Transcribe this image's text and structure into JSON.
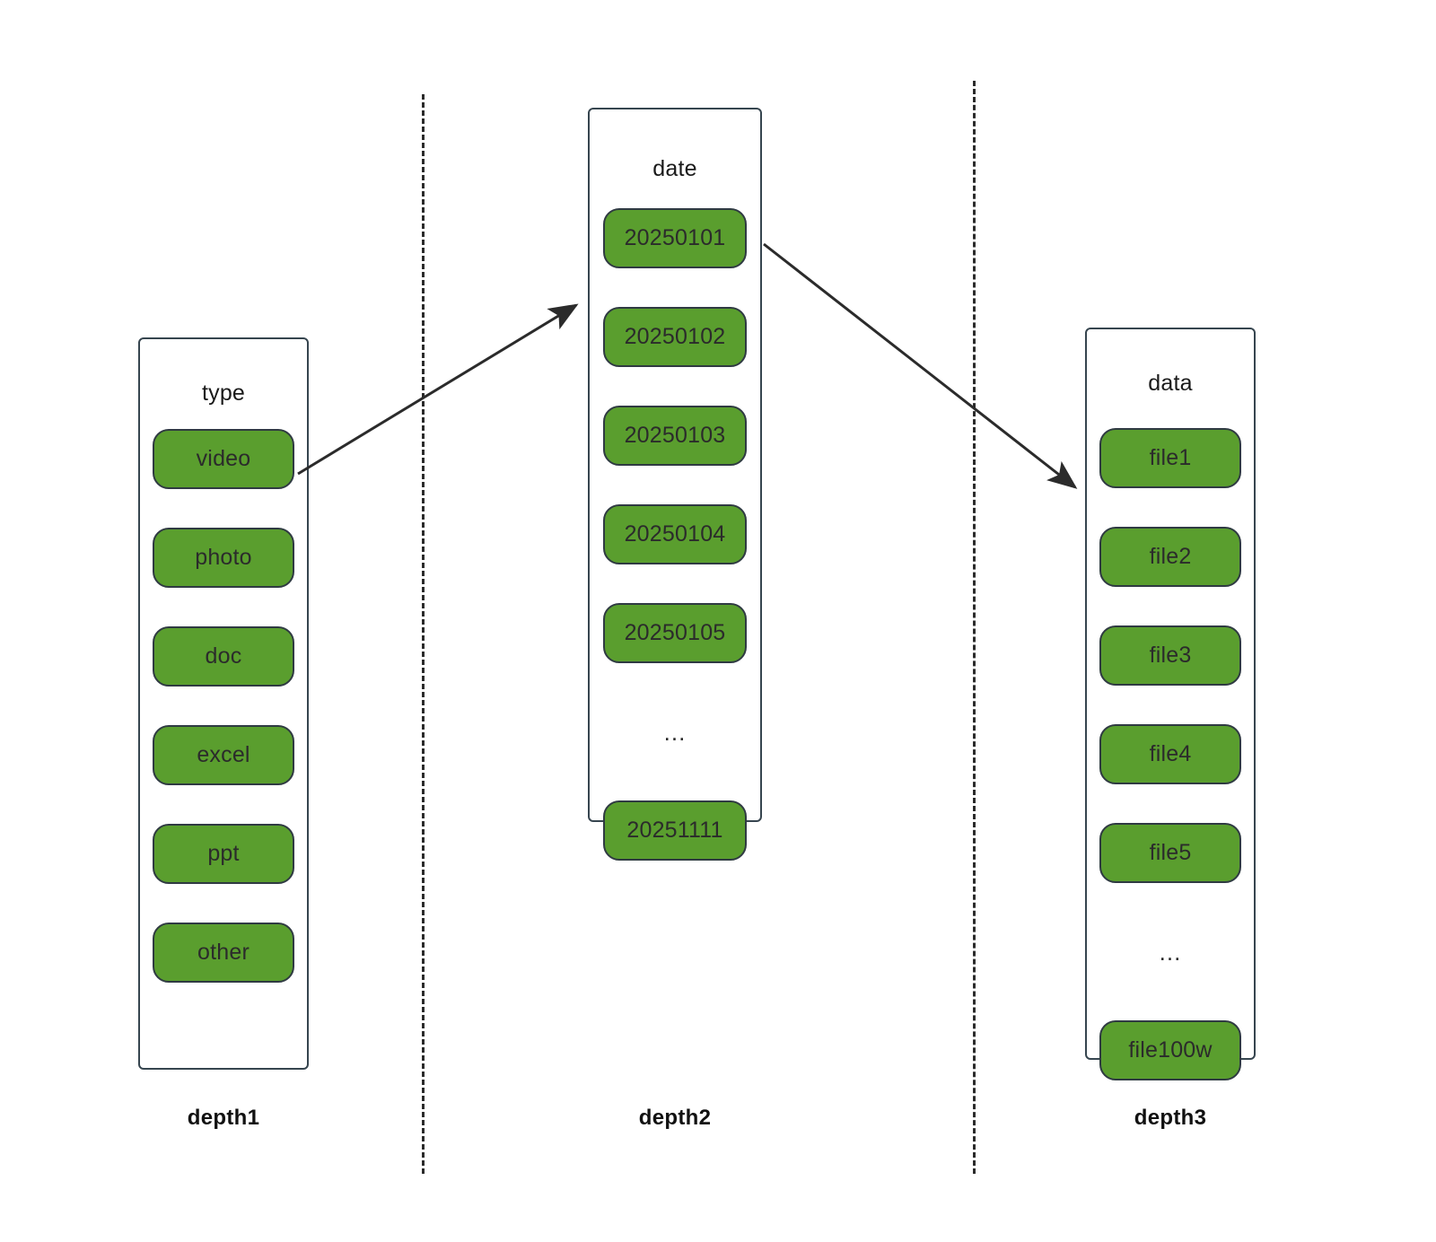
{
  "diagram": {
    "title": "storage hierarchy depth diagram",
    "background_color": "#ffffff",
    "pill_fill_color": "#5a9e2e",
    "pill_border_color": "#2f3a42",
    "box_border_color": "#36454f",
    "divider_color": "#2b2b2b",
    "arrow_color": "#2b2b2b"
  },
  "columns": [
    {
      "key": "depth1",
      "title": "type",
      "caption": "depth1",
      "items": [
        "video",
        "photo",
        "doc",
        "excel",
        "ppt",
        "other"
      ],
      "ellipsis": ""
    },
    {
      "key": "depth2",
      "title": "date",
      "caption": "depth2",
      "items": [
        "20250101",
        "20250102",
        "20250103",
        "20250104",
        "20250105"
      ],
      "ellipsis": "...",
      "tail_item": "20251111"
    },
    {
      "key": "depth3",
      "title": "data",
      "caption": "data",
      "items": [
        "file1",
        "file2",
        "file3",
        "file4",
        "file5"
      ],
      "ellipsis": "...",
      "tail_item": "file100w"
    }
  ],
  "column_titles": {
    "depth1": "type",
    "depth2": "date",
    "depth3": "data"
  },
  "captions": {
    "depth1": "depth1",
    "depth2": "depth2",
    "depth3": "depth3"
  },
  "pills": {
    "depth1": [
      "video",
      "photo",
      "doc",
      "excel",
      "ppt",
      "other"
    ],
    "depth2_head": [
      "20250101",
      "20250102",
      "20250103",
      "20250104",
      "20250105"
    ],
    "depth2_ellipsis": "...",
    "depth2_tail": "20251111",
    "depth3_head": [
      "file1",
      "file2",
      "file3",
      "file4",
      "file5"
    ],
    "depth3_ellipsis": "...",
    "depth3_tail": "file100w"
  },
  "connections": [
    {
      "from": "video",
      "to": "date-column"
    },
    {
      "from": "20250101",
      "to": "data-column"
    }
  ]
}
